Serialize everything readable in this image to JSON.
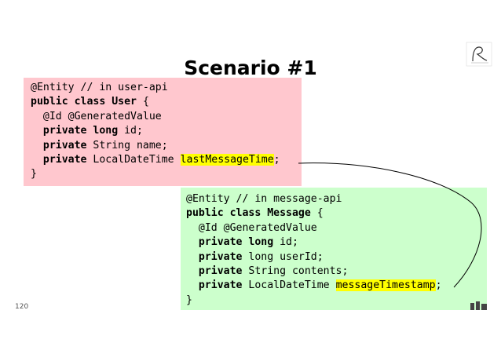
{
  "slide": {
    "title": "Scenario #1",
    "number": "120"
  },
  "user_code": {
    "annotation": "@Entity // in user-api",
    "kw_public_class": "public class",
    "class_name": "User",
    "brace_open": " {",
    "id_annotations": "  @Id @GeneratedValue",
    "f1_kw": "private long",
    "f1_rest": " id;",
    "f2_kw": "private",
    "f2_rest": " String name;",
    "f3_kw": "private",
    "f3_type": " LocalDateTime ",
    "f3_name": "lastMessageTime",
    "f3_end": ";",
    "brace_close": "}"
  },
  "message_code": {
    "annotation": "@Entity // in message-api",
    "kw_public_class": "public class",
    "class_name": "Message",
    "brace_open": " {",
    "id_annotations": "  @Id @GeneratedValue",
    "f1_kw": "private long",
    "f1_rest": " id;",
    "f2_kw": "private",
    "f2_rest": " long userId;",
    "f3_kw": "private",
    "f3_rest": " String contents;",
    "f4_kw": "private",
    "f4_type": " LocalDateTime ",
    "f4_name": "messageTimestamp",
    "f4_end": ";",
    "brace_close": "}"
  },
  "colors": {
    "user_box": "#ffc7ce",
    "message_box": "#ccffcc",
    "highlight": "#ffff00"
  },
  "icons": {
    "top_right_logo": "logo-icon",
    "bottom_right_mark": "brand-mark-icon"
  }
}
